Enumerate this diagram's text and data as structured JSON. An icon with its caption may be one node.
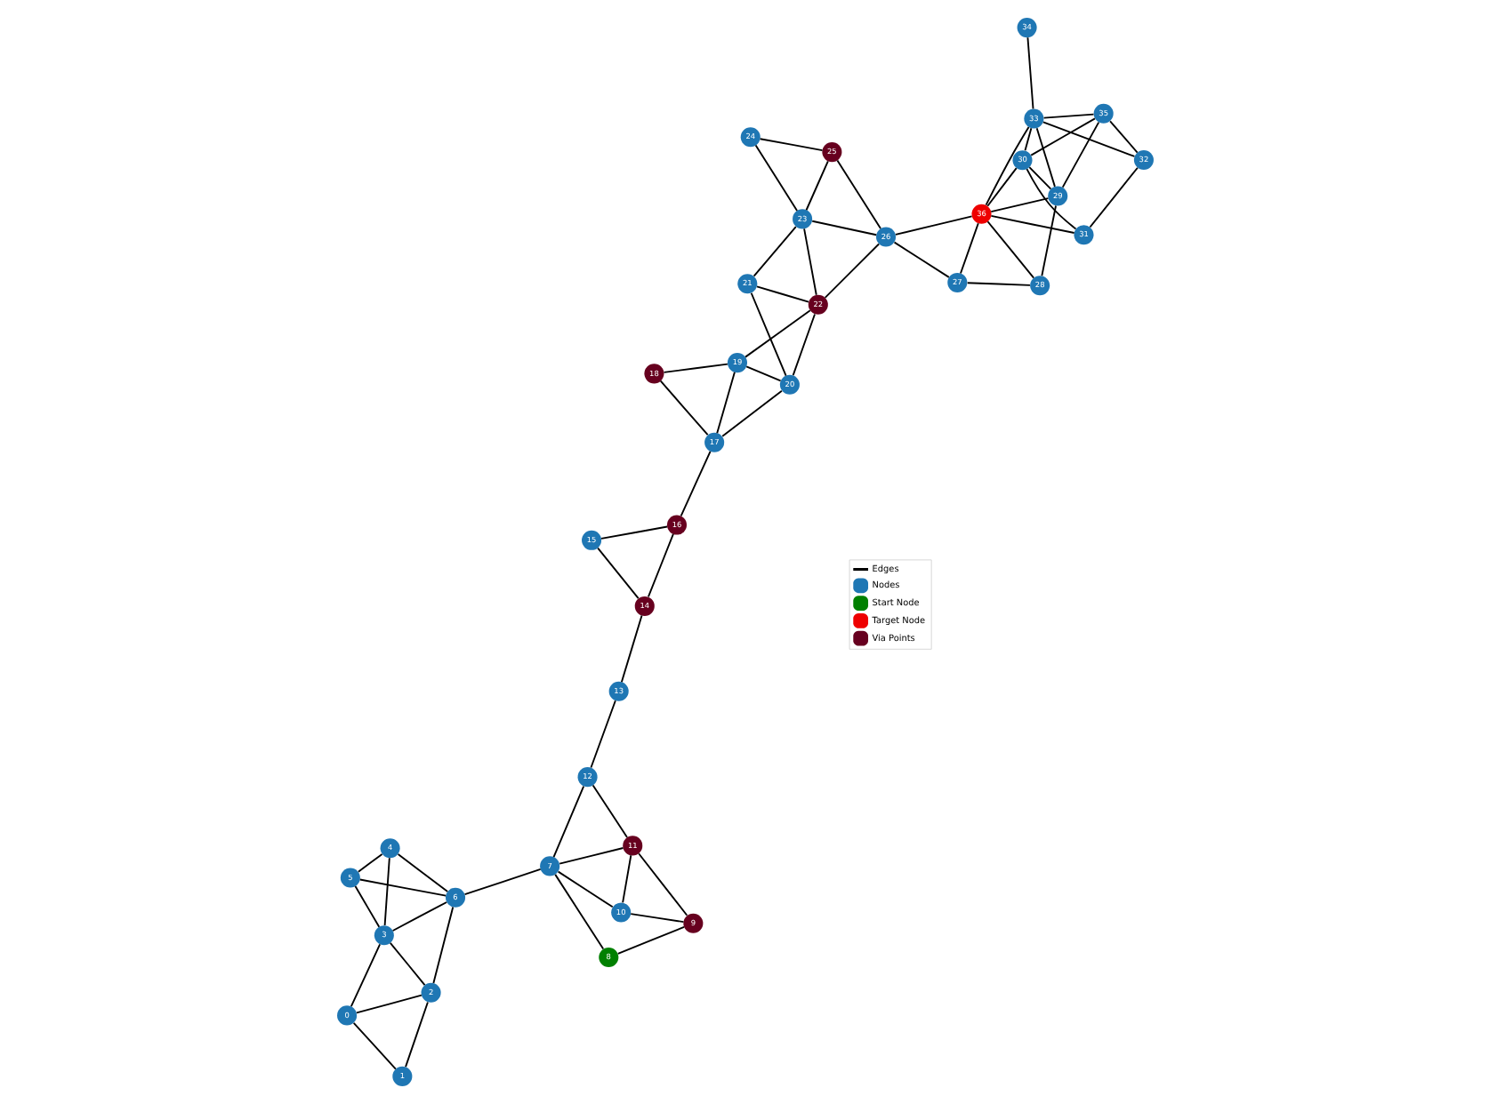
{
  "diagram": {
    "nodes": [
      {
        "text": [
          "0"
        ]
      },
      {
        "text": [
          "1"
        ]
      },
      {
        "text": [
          "2"
        ]
      },
      {
        "text": [
          "3"
        ]
      },
      {
        "text": [
          "4"
        ]
      },
      {
        "text": [
          "5"
        ]
      },
      {
        "text": [
          "6"
        ]
      },
      {
        "text": [
          "7"
        ]
      },
      {
        "text": [
          "8"
        ]
      },
      {
        "text": [
          "9"
        ]
      },
      {
        "text": [
          "10"
        ]
      },
      {
        "text": [
          "11"
        ]
      },
      {
        "text": [
          "12"
        ]
      },
      {
        "text": [
          "13"
        ]
      },
      {
        "text": [
          "14"
        ]
      },
      {
        "text": [
          "15"
        ]
      },
      {
        "text": [
          "16"
        ]
      },
      {
        "text": [
          "17"
        ]
      },
      {
        "text": [
          "18"
        ]
      },
      {
        "text": [
          "19"
        ]
      },
      {
        "text": [
          "20"
        ]
      },
      {
        "text": [
          "21"
        ]
      },
      {
        "text": [
          "22"
        ]
      },
      {
        "text": [
          "23"
        ]
      },
      {
        "text": [
          "24"
        ]
      },
      {
        "text": [
          "25"
        ]
      },
      {
        "text": [
          "26"
        ]
      },
      {
        "text": [
          "27"
        ]
      },
      {
        "text": [
          "28"
        ]
      },
      {
        "text": [
          "29"
        ]
      },
      {
        "text": [
          "30"
        ]
      },
      {
        "text": [
          "31"
        ]
      },
      {
        "text": [
          "32"
        ]
      },
      {
        "text": [
          "33"
        ]
      },
      {
        "text": [
          "34"
        ]
      },
      {
        "text": [
          "35"
        ]
      },
      {
        "text": [
          "36"
        ]
      }
    ],
    "edges": [
      {
        "from": 0,
        "to": 1,
        "arrow": "none"
      },
      {
        "from": 0,
        "to": 2,
        "arrow": "none"
      },
      {
        "from": 0,
        "to": 3,
        "arrow": "none"
      },
      {
        "from": 1,
        "to": 2,
        "arrow": "none"
      },
      {
        "from": 2,
        "to": 3,
        "arrow": "none"
      },
      {
        "from": 2,
        "to": 6,
        "arrow": "none"
      },
      {
        "from": 3,
        "to": 4,
        "arrow": "none"
      },
      {
        "from": 3,
        "to": 6,
        "arrow": "none"
      },
      {
        "from": 4,
        "to": 5,
        "arrow": "none"
      },
      {
        "from": 4,
        "to": 6,
        "arrow": "none"
      },
      {
        "from": 3,
        "to": 5,
        "arrow": "none"
      },
      {
        "from": 5,
        "to": 6,
        "arrow": "none"
      },
      {
        "from": 6,
        "to": 7,
        "arrow": "none"
      },
      {
        "from": 7,
        "to": 8,
        "arrow": "none"
      },
      {
        "from": 7,
        "to": 10,
        "arrow": "none"
      },
      {
        "from": 7,
        "to": 11,
        "arrow": "none"
      },
      {
        "from": 7,
        "to": 12,
        "arrow": "none"
      },
      {
        "from": 8,
        "to": 9,
        "arrow": "none"
      },
      {
        "from": 9,
        "to": 10,
        "arrow": "none"
      },
      {
        "from": 9,
        "to": 11,
        "arrow": "none"
      },
      {
        "from": 10,
        "to": 11,
        "arrow": "none"
      },
      {
        "from": 11,
        "to": 12,
        "arrow": "none"
      },
      {
        "from": 12,
        "to": 13,
        "arrow": "none"
      },
      {
        "from": 13,
        "to": 14,
        "arrow": "none"
      },
      {
        "from": 14,
        "to": 15,
        "arrow": "none"
      },
      {
        "from": 14,
        "to": 16,
        "arrow": "none"
      },
      {
        "from": 15,
        "to": 16,
        "arrow": "none"
      },
      {
        "from": 16,
        "to": 17,
        "arrow": "none"
      },
      {
        "from": 17,
        "to": 18,
        "arrow": "none"
      },
      {
        "from": 17,
        "to": 19,
        "arrow": "none"
      },
      {
        "from": 18,
        "to": 19,
        "arrow": "none"
      },
      {
        "from": 19,
        "to": 20,
        "arrow": "none"
      },
      {
        "from": 17,
        "to": 20,
        "arrow": "none"
      },
      {
        "from": 20,
        "to": 21,
        "arrow": "none"
      },
      {
        "from": 20,
        "to": 22,
        "arrow": "none"
      },
      {
        "from": 19,
        "to": 22,
        "arrow": "none"
      },
      {
        "from": 21,
        "to": 22,
        "arrow": "none"
      },
      {
        "from": 21,
        "to": 23,
        "arrow": "none"
      },
      {
        "from": 22,
        "to": 23,
        "arrow": "none"
      },
      {
        "from": 23,
        "to": 24,
        "arrow": "none"
      },
      {
        "from": 23,
        "to": 25,
        "arrow": "none"
      },
      {
        "from": 22,
        "to": 26,
        "arrow": "none"
      },
      {
        "from": 24,
        "to": 25,
        "arrow": "none"
      },
      {
        "from": 25,
        "to": 26,
        "arrow": "none"
      },
      {
        "from": 23,
        "to": 26,
        "arrow": "none"
      },
      {
        "from": 26,
        "to": 27,
        "arrow": "none"
      },
      {
        "from": 26,
        "to": 36,
        "arrow": "none"
      },
      {
        "from": 27,
        "to": 28,
        "arrow": "none"
      },
      {
        "from": 27,
        "to": 36,
        "arrow": "none"
      },
      {
        "from": 28,
        "to": 29,
        "arrow": "none"
      },
      {
        "from": 28,
        "to": 36,
        "arrow": "none"
      },
      {
        "from": 29,
        "to": 30,
        "arrow": "none"
      },
      {
        "from": 29,
        "to": 36,
        "arrow": "none"
      },
      {
        "from": 29,
        "to": 33,
        "arrow": "none"
      },
      {
        "from": 29,
        "to": 35,
        "arrow": "none"
      },
      {
        "from": 30,
        "to": 31,
        "arrow": "none"
      },
      {
        "from": 30,
        "to": 33,
        "arrow": "none"
      },
      {
        "from": 30,
        "to": 36,
        "arrow": "none"
      },
      {
        "from": 31,
        "to": 36,
        "arrow": "none"
      },
      {
        "from": 31,
        "to": 32,
        "arrow": "none"
      },
      {
        "from": 32,
        "to": 33,
        "arrow": "none"
      },
      {
        "from": 32,
        "to": 35,
        "arrow": "none"
      },
      {
        "from": 33,
        "to": 35,
        "arrow": "none"
      },
      {
        "from": 33,
        "to": 34,
        "arrow": "none"
      },
      {
        "from": 30,
        "to": 35,
        "arrow": "none"
      },
      {
        "from": 33,
        "to": 36,
        "arrow": "none"
      }
    ],
    "legend": [
      {
        "text": "Edges"
      },
      {
        "text": "Nodes",
        "color": "#1f77b4"
      },
      {
        "text": "Start Node",
        "color": "#008000"
      },
      {
        "text": "Target Node",
        "color": "#ee0000"
      },
      {
        "text": "Via Points",
        "color": "#67001f"
      }
    ]
  }
}
